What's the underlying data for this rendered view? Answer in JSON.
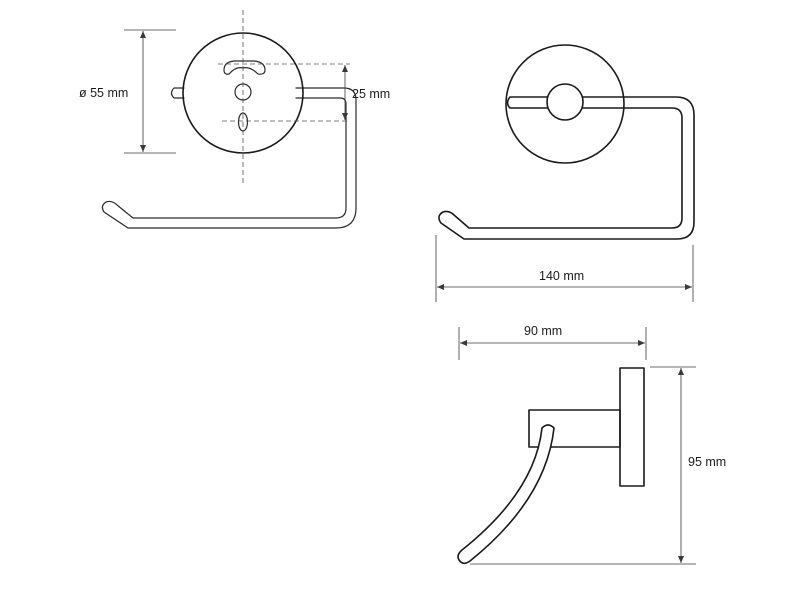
{
  "dimensions": {
    "diameter": "ø 55 mm",
    "hole_spacing": "25 mm",
    "width": "140 mm",
    "depth": "90 mm",
    "height": "95 mm"
  }
}
